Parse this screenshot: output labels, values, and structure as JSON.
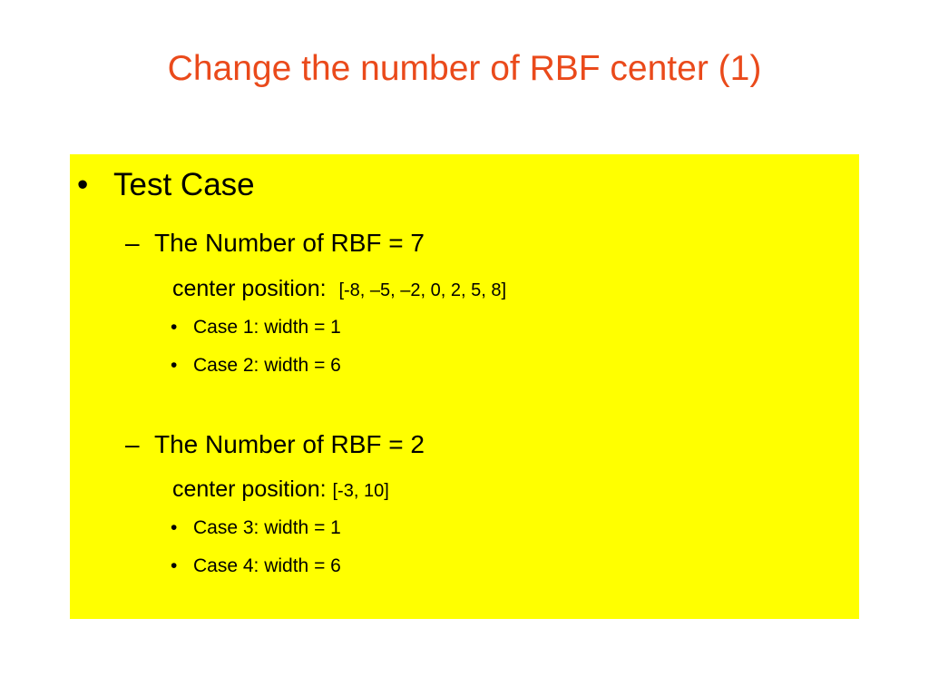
{
  "slide": {
    "title": "Change the number of RBF center (1)",
    "title_color": "#ea4a1b",
    "box_color": "#ffff00",
    "bullet_l1": "•",
    "bullet_l2": "–",
    "bullet_l4": "•",
    "heading": "Test Case",
    "group1": {
      "label": "The Number of RBF = 7",
      "center_label": "center position:",
      "center_values": "[-8, –5, –2, 0, 2, 5, 8]",
      "cases": [
        "Case 1: width = 1",
        "Case 2: width = 6"
      ]
    },
    "group2": {
      "label": "The Number of  RBF = 2",
      "center_label": "center position:",
      "center_values": "[-3, 10]",
      "cases": [
        "Case 3: width = 1",
        "Case 4: width = 6"
      ]
    }
  }
}
